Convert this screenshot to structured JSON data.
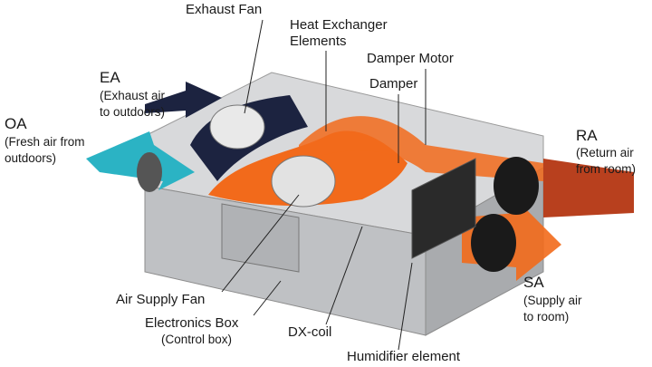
{
  "labels": {
    "exhaust_fan": "Exhaust Fan",
    "heat_exchanger_1": "Heat Exchanger",
    "heat_exchanger_2": "Elements",
    "damper_motor": "Damper Motor",
    "damper": "Damper",
    "ea": {
      "title": "EA",
      "line1": "(Exhaust air",
      "line2": "to outdoors)"
    },
    "oa": {
      "title": "OA",
      "line1": "(Fresh air from",
      "line2": "outdoors)"
    },
    "ra": {
      "title": "RA",
      "line1": "(Return air",
      "line2": "from room)"
    },
    "sa": {
      "title": "SA",
      "line1": "(Supply air",
      "line2": "to room)"
    },
    "air_supply_fan": "Air Supply Fan",
    "electronics_box": "Electronics Box",
    "control_box": "(Control box)",
    "dx_coil": "DX-coil",
    "humidifier": "Humidifier element"
  },
  "colors": {
    "orange": "#f26a1b",
    "navy": "#1c2340",
    "cyan": "#2bb3c4",
    "red_brown": "#b8401e",
    "casing": "#c9cacc"
  }
}
